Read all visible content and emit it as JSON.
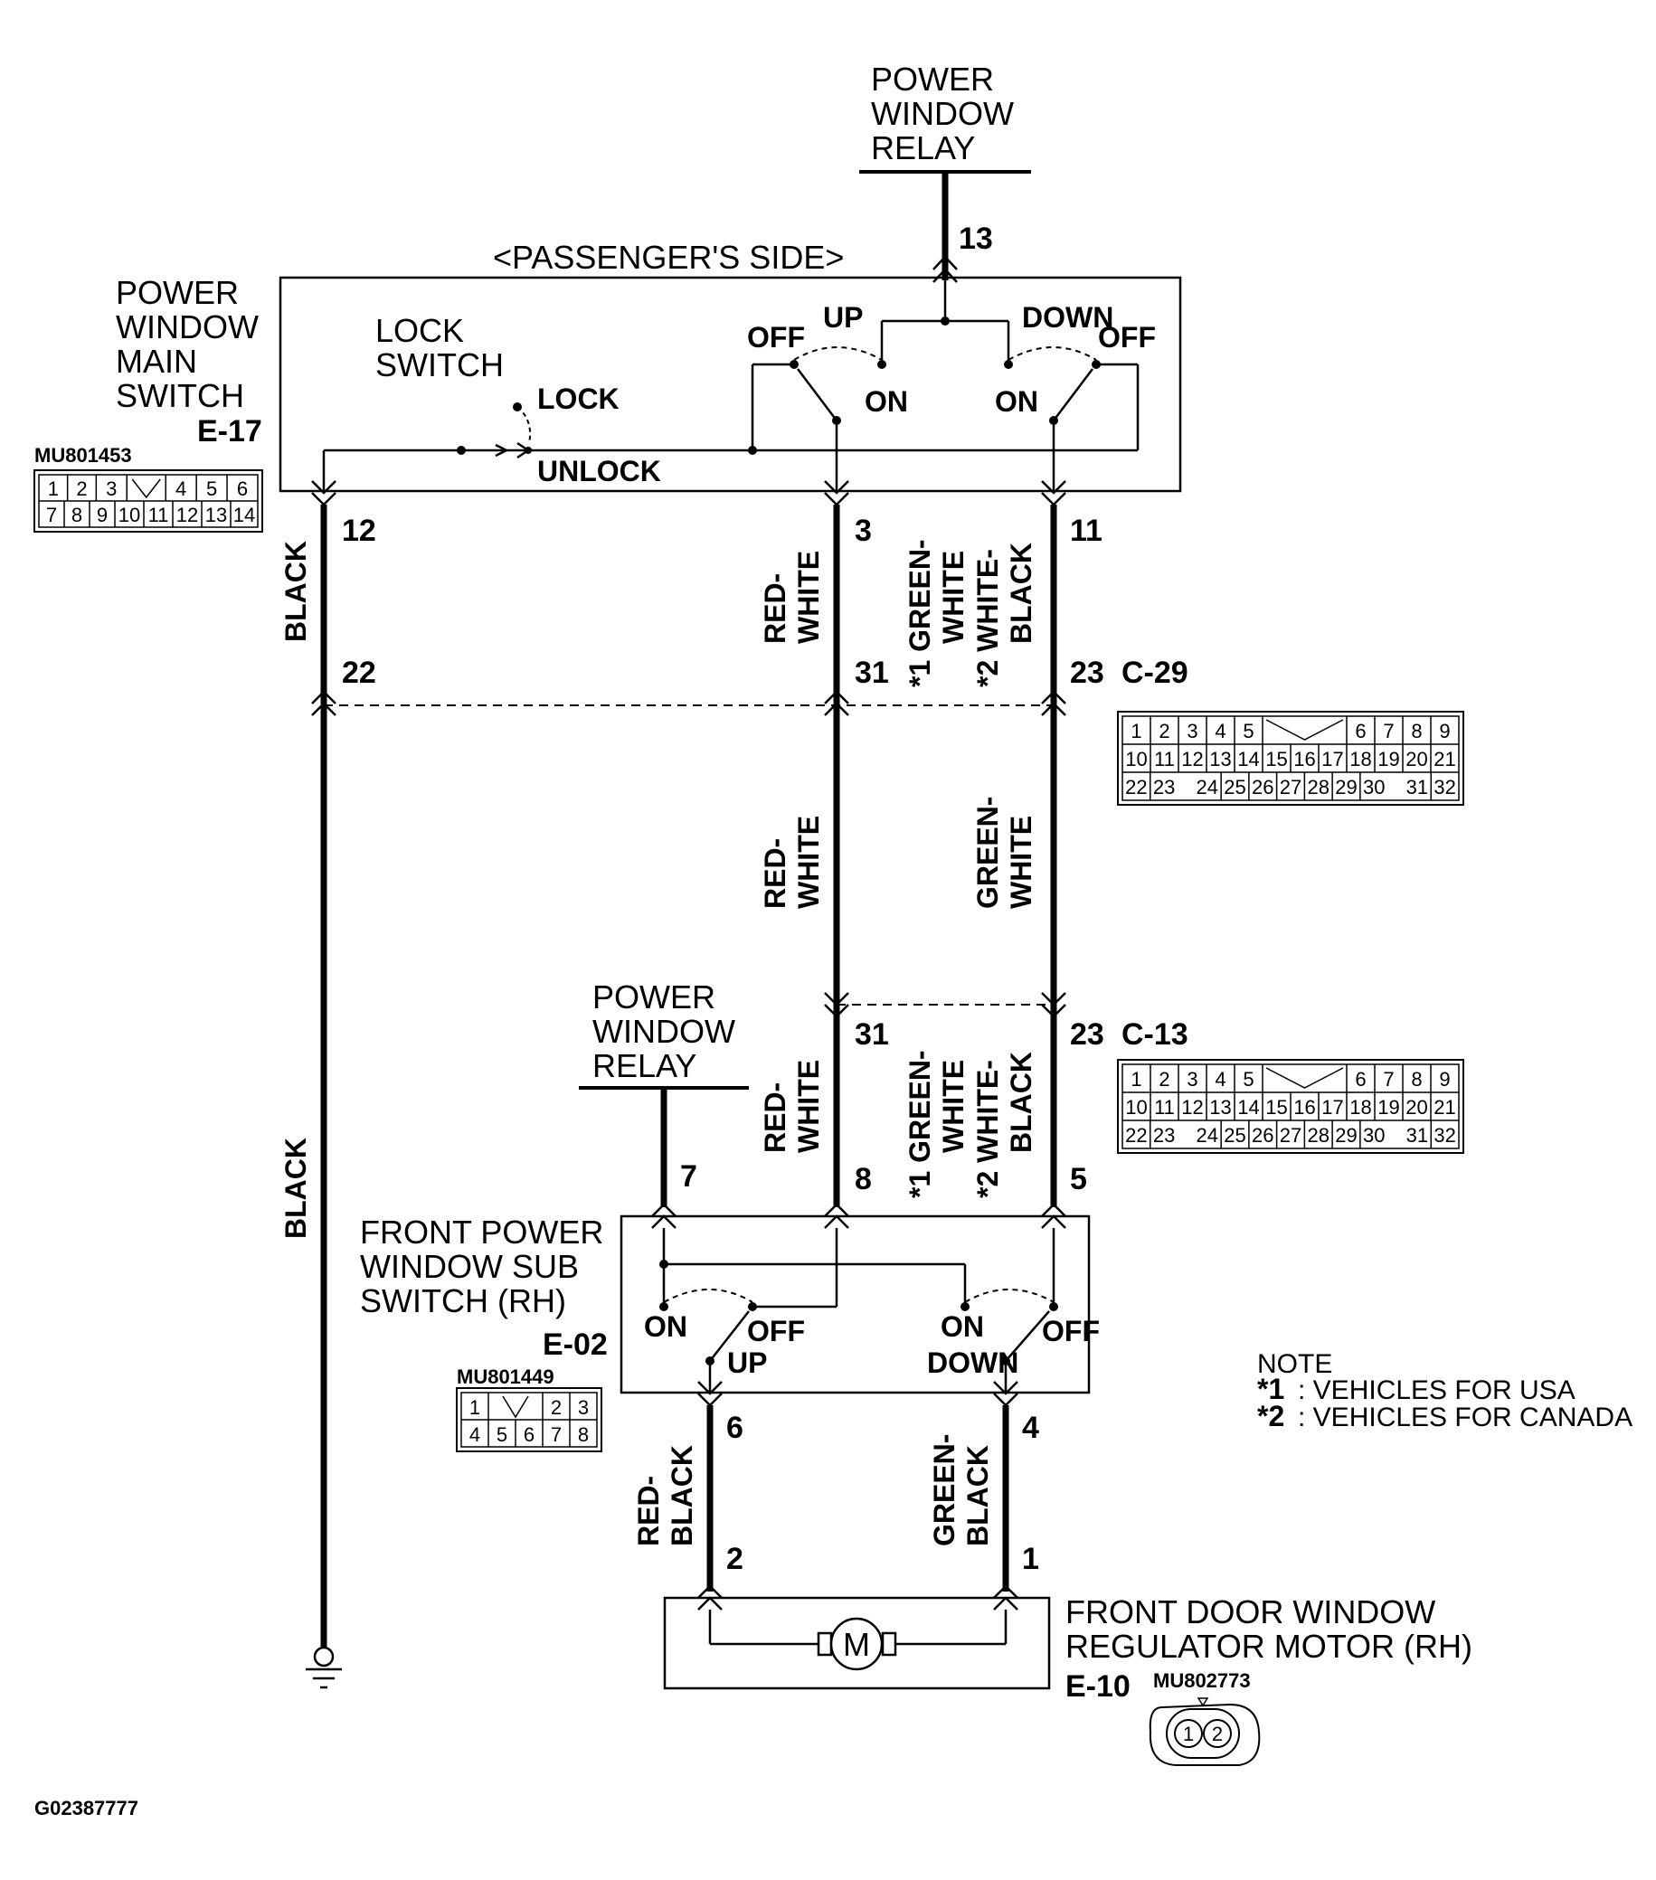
{
  "top_relay": {
    "line1": "POWER",
    "line2": "WINDOW",
    "line3": "RELAY",
    "pin": "13"
  },
  "passenger_side": "<PASSENGER'S SIDE>",
  "main_switch": {
    "line1": "POWER",
    "line2": "WINDOW",
    "line3": "MAIN",
    "line4": "SWITCH",
    "code": "E-17",
    "part": "MU801453",
    "connector_row1": [
      "1",
      "2",
      "3",
      "",
      "4",
      "5",
      "6"
    ],
    "connector_row2": [
      "7",
      "8",
      "9",
      "10",
      "11",
      "12",
      "13",
      "14"
    ]
  },
  "lock_switch": {
    "line1": "LOCK",
    "line2": "SWITCH",
    "lock": "LOCK",
    "unlock": "UNLOCK"
  },
  "switch_labels": {
    "up": "UP",
    "down": "DOWN",
    "off": "OFF",
    "on": "ON"
  },
  "pins_e17": {
    "p12": "12",
    "p3": "3",
    "p11": "11"
  },
  "wires": {
    "black": "BLACK",
    "red_white_1": "RED-",
    "red_white_2": "WHITE",
    "gw_star1": "*1 GREEN-",
    "gw_white": "WHITE",
    "gw_star2": "*2 WHITE-",
    "gw_black": "BLACK",
    "green_white_1": "GREEN-",
    "green_white_2": "WHITE",
    "red_black_1": "RED-",
    "red_black_2": "BLACK",
    "green_black_1": "GREEN-",
    "green_black_2": "BLACK"
  },
  "c29": {
    "p22": "22",
    "p31": "31",
    "p23": "23",
    "code": "C-29"
  },
  "c13": {
    "p31": "31",
    "p23": "23",
    "code": "C-13"
  },
  "conn32": {
    "row1": [
      "1",
      "2",
      "3",
      "4",
      "5",
      "",
      "6",
      "7",
      "8",
      "9"
    ],
    "row2": [
      "10",
      "11",
      "12",
      "13",
      "14",
      "15",
      "16",
      "17",
      "18",
      "19",
      "20",
      "21"
    ],
    "row3": [
      "22",
      "23",
      "",
      "24",
      "25",
      "26",
      "27",
      "28",
      "29",
      "30",
      "",
      "31",
      "32"
    ]
  },
  "mid_relay": {
    "line1": "POWER",
    "line2": "WINDOW",
    "line3": "RELAY",
    "pin": "7"
  },
  "sub_switch": {
    "line1": "FRONT POWER",
    "line2": "WINDOW SUB",
    "line3": "SWITCH (RH)",
    "code": "E-02",
    "part": "MU801449",
    "pin8": "8",
    "pin5": "5",
    "pin6": "6",
    "pin4": "4",
    "connector_row1": [
      "1",
      "",
      "2",
      "3"
    ],
    "connector_row2": [
      "4",
      "5",
      "6",
      "7",
      "8"
    ]
  },
  "motor": {
    "line1": "FRONT DOOR WINDOW",
    "line2": "REGULATOR MOTOR (RH)",
    "code": "E-10",
    "part": "MU802773",
    "pin2": "2",
    "pin1": "1",
    "symbol": "M",
    "conn": [
      "1",
      "2"
    ]
  },
  "note": {
    "title": "NOTE",
    "n1_mark": "*1",
    "n1": ": VEHICLES FOR USA",
    "n2_mark": "*2",
    "n2": ": VEHICLES FOR CANADA"
  },
  "figure_id": "G02387777"
}
